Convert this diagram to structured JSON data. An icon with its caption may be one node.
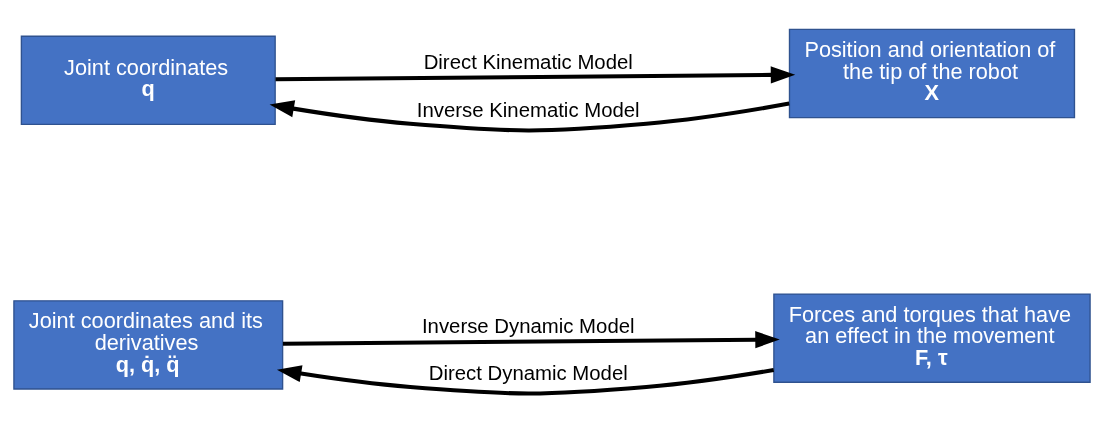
{
  "diagram": {
    "nodes": [
      {
        "text": [
          "Joint coordinates",
          "q"
        ]
      },
      {
        "text": [
          "Position and orientation of the tip of the robot",
          "X"
        ]
      },
      {
        "text": [
          "Joint coordinates and its derivatives",
          "q, q̇, q̈"
        ]
      },
      {
        "text": [
          "Forces and torques that have an effect in the movement",
          "F, τ"
        ]
      }
    ],
    "edges": [
      {
        "from": 0,
        "to": 1,
        "arrow": "to",
        "label": "Direct Kinematic Model"
      },
      {
        "from": 1,
        "to": 0,
        "arrow": "to",
        "label": "Inverse Kinematic Model"
      },
      {
        "from": 2,
        "to": 3,
        "arrow": "to",
        "label": "Inverse Dynamic Model"
      },
      {
        "from": 3,
        "to": 2,
        "arrow": "to",
        "label": "Direct Dynamic Model"
      }
    ]
  }
}
